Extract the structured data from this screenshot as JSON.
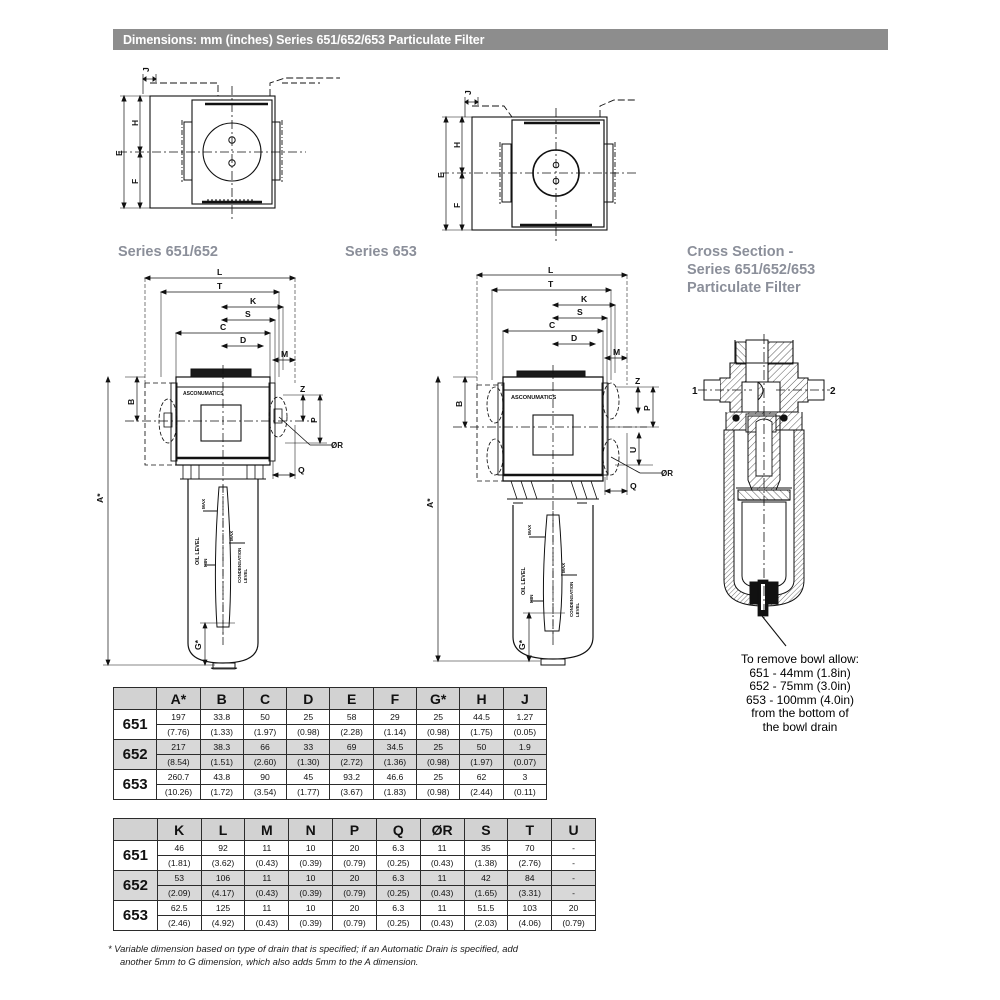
{
  "header": {
    "title": "Dimensions: mm (inches) Series 651/652/653 Particulate Filter",
    "bar_color": "#8d8d8d"
  },
  "captions": {
    "left_view": "Series 651/652",
    "middle_view": "Series 653",
    "cross_section": "Cross Section -\nSeries 651/652/653\nParticulate Filter"
  },
  "bowl_note": "To remove bowl allow:\n651 - 44mm (1.8in)\n652 - 75mm (3.0in)\n653 - 100mm (4.0in)\nfrom the bottom of\nthe bowl drain",
  "footnote": {
    "line1": "* Variable dimension based on type of drain that is specified; if an Automatic Drain is specified, add",
    "line2": "another 5mm to G dimension, which also adds 5mm to the A dimension."
  },
  "drawing_labels": {
    "brand": "ASCO NUMATICS",
    "bowl": [
      "MAX",
      "MIN",
      "OIL LEVEL",
      "CONDENSATION LEVEL"
    ],
    "top_view_dims": [
      "J",
      "H",
      "E",
      "F"
    ],
    "front_view_dims": [
      "L",
      "T",
      "K",
      "S",
      "C",
      "D",
      "M",
      "B",
      "Z",
      "P",
      "U",
      "ØR",
      "Q",
      "A*",
      "G*"
    ],
    "cross_section_ports": [
      "1",
      "2"
    ]
  },
  "table_one": {
    "columns": [
      "",
      "A*",
      "B",
      "C",
      "D",
      "E",
      "F",
      "G*",
      "H",
      "J"
    ],
    "rows": [
      {
        "series": "651",
        "shaded": false,
        "mm": [
          "197",
          "33.8",
          "50",
          "25",
          "58",
          "29",
          "25",
          "44.5",
          "1.27"
        ],
        "in": [
          "(7.76)",
          "(1.33)",
          "(1.97)",
          "(0.98)",
          "(2.28)",
          "(1.14)",
          "(0.98)",
          "(1.75)",
          "(0.05)"
        ]
      },
      {
        "series": "652",
        "shaded": true,
        "mm": [
          "217",
          "38.3",
          "66",
          "33",
          "69",
          "34.5",
          "25",
          "50",
          "1.9"
        ],
        "in": [
          "(8.54)",
          "(1.51)",
          "(2.60)",
          "(1.30)",
          "(2.72)",
          "(1.36)",
          "(0.98)",
          "(1.97)",
          "(0.07)"
        ]
      },
      {
        "series": "653",
        "shaded": false,
        "mm": [
          "260.7",
          "43.8",
          "90",
          "45",
          "93.2",
          "46.6",
          "25",
          "62",
          "3"
        ],
        "in": [
          "(10.26)",
          "(1.72)",
          "(3.54)",
          "(1.77)",
          "(3.67)",
          "(1.83)",
          "(0.98)",
          "(2.44)",
          "(0.11)"
        ]
      }
    ]
  },
  "table_two": {
    "columns": [
      "",
      "K",
      "L",
      "M",
      "N",
      "P",
      "Q",
      "ØR",
      "S",
      "T",
      "U"
    ],
    "rows": [
      {
        "series": "651",
        "shaded": false,
        "mm": [
          "46",
          "92",
          "11",
          "10",
          "20",
          "6.3",
          "11",
          "35",
          "70",
          "-"
        ],
        "in": [
          "(1.81)",
          "(3.62)",
          "(0.43)",
          "(0.39)",
          "(0.79)",
          "(0.25)",
          "(0.43)",
          "(1.38)",
          "(2.76)",
          "-"
        ]
      },
      {
        "series": "652",
        "shaded": true,
        "mm": [
          "53",
          "106",
          "11",
          "10",
          "20",
          "6.3",
          "11",
          "42",
          "84",
          "-"
        ],
        "in": [
          "(2.09)",
          "(4.17)",
          "(0.43)",
          "(0.39)",
          "(0.79)",
          "(0.25)",
          "(0.43)",
          "(1.65)",
          "(3.31)",
          "-"
        ]
      },
      {
        "series": "653",
        "shaded": false,
        "mm": [
          "62.5",
          "125",
          "11",
          "10",
          "20",
          "6.3",
          "11",
          "51.5",
          "103",
          "20"
        ],
        "in": [
          "(2.46)",
          "(4.92)",
          "(0.43)",
          "(0.39)",
          "(0.79)",
          "(0.25)",
          "(0.43)",
          "(2.03)",
          "(4.06)",
          "(0.79)"
        ]
      }
    ]
  }
}
